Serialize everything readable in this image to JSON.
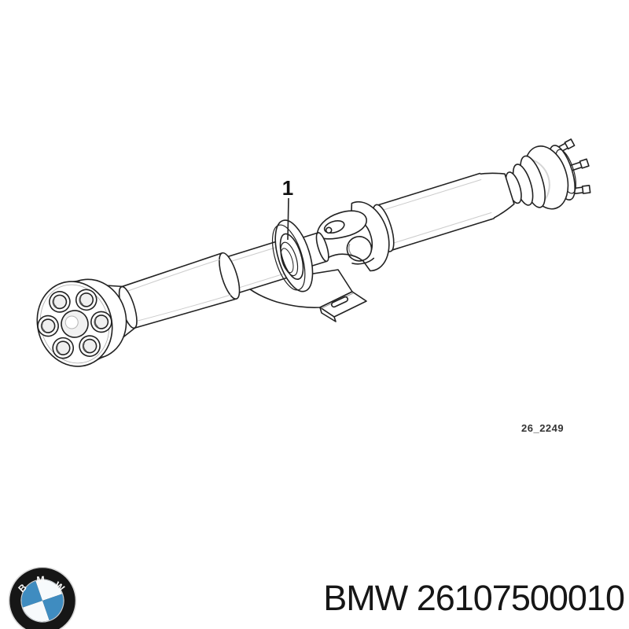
{
  "diagram": {
    "callout_label": "1",
    "drawing_code": "26_2249",
    "illustration": "propeller-shaft-line-drawing",
    "line_color": "#222222",
    "background": "#ffffff"
  },
  "footer": {
    "part_title": "BMW 26107500010"
  },
  "logo": {
    "letters": [
      "B",
      "M",
      "W"
    ],
    "colors": {
      "ring_black": "#161616",
      "outer_rim": "#d8d8d8",
      "quadrant_blue": "#3f8cc0",
      "quadrant_white": "#f7fafc",
      "inner_ring": "#c9ced2"
    }
  }
}
